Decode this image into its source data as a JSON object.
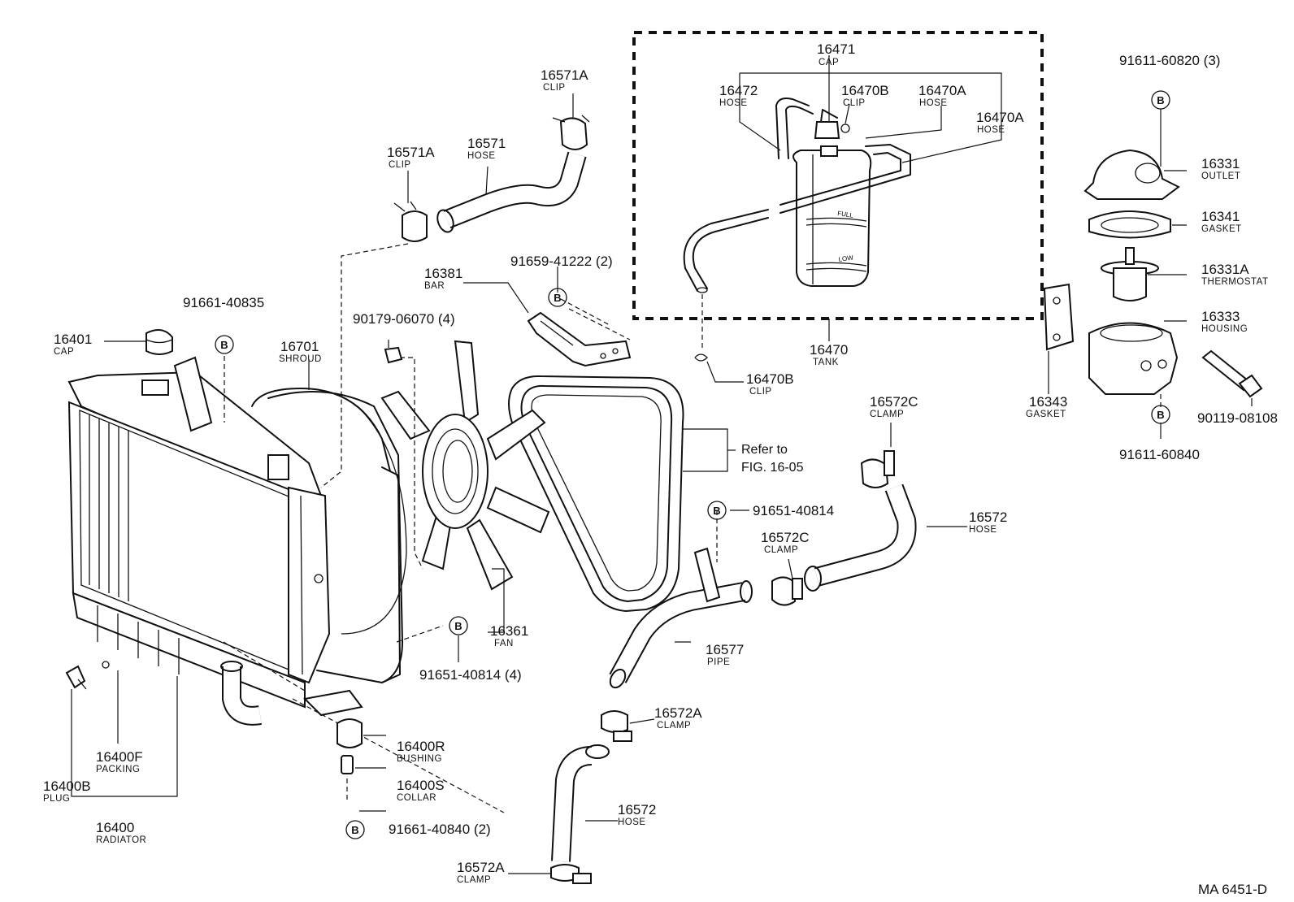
{
  "parts": {
    "cap_16471": {
      "number": "16471",
      "name": "CAP"
    },
    "hose_16472": {
      "number": "16472",
      "name": "HOSE"
    },
    "clip_16470b_top": {
      "number": "16470B",
      "name": "CLIP"
    },
    "hose_16470a_1": {
      "number": "16470A",
      "name": "HOSE"
    },
    "hose_16470a_2": {
      "number": "16470A",
      "name": "HOSE"
    },
    "tank_16470": {
      "number": "16470",
      "name": "TANK"
    },
    "clip_16470b_bottom": {
      "number": "16470B",
      "name": "CLIP"
    },
    "clip_16571a_top": {
      "number": "16571A",
      "name": "CLIP"
    },
    "clip_16571a_left": {
      "number": "16571A",
      "name": "CLIP"
    },
    "hose_16571": {
      "number": "16571",
      "name": "HOSE"
    },
    "bar_16381": {
      "number": "16381",
      "name": "BAR"
    },
    "cap_16401": {
      "number": "16401",
      "name": "CAP"
    },
    "shroud_16701": {
      "number": "16701",
      "name": "SHROUD"
    },
    "fan_16361": {
      "number": "16361",
      "name": "FAN"
    },
    "outlet_16331": {
      "number": "16331",
      "name": "OUTLET"
    },
    "gasket_16341": {
      "number": "16341",
      "name": "GASKET"
    },
    "thermostat_16331a": {
      "number": "16331A",
      "name": "THERMOSTAT"
    },
    "housing_16333": {
      "number": "16333",
      "name": "HOUSING"
    },
    "gasket_16343": {
      "number": "16343",
      "name": "GASKET"
    },
    "clamp_16572c_top": {
      "number": "16572C",
      "name": "CLAMP"
    },
    "hose_16572_right": {
      "number": "16572",
      "name": "HOSE"
    },
    "clamp_16572c_mid": {
      "number": "16572C",
      "name": "CLAMP"
    },
    "pipe_16577": {
      "number": "16577",
      "name": "PIPE"
    },
    "clamp_16572a_mid": {
      "number": "16572A",
      "name": "CLAMP"
    },
    "hose_16572_bottom": {
      "number": "16572",
      "name": "HOSE"
    },
    "clamp_16572a_bottom": {
      "number": "16572A",
      "name": "CLAMP"
    },
    "bushing_16400r": {
      "number": "16400R",
      "name": "BUSHING"
    },
    "collar_16400s": {
      "number": "16400S",
      "name": "COLLAR"
    },
    "packing_16400f": {
      "number": "16400F",
      "name": "PACKING"
    },
    "plug_16400b": {
      "number": "16400B",
      "name": "PLUG"
    },
    "radiator_16400": {
      "number": "16400",
      "name": "RADIATOR"
    }
  },
  "fasteners": {
    "b_91611_60820": "91611-60820 (3)",
    "b_91659_41222": "91659-41222 (2)",
    "b_91661_40835": "91661-40835",
    "b_90179_06070": "90179-06070 (4)",
    "b_91651_40814_a": "91651-40814",
    "b_91651_40814_b": "91651-40814 (4)",
    "b_91661_40840": "91661-40840 (2)",
    "b_90119_08108": "90119-08108",
    "b_91611_60840": "91611-60840"
  },
  "bolt_marker": "B",
  "reference": {
    "line1": "Refer to",
    "line2": "FIG. 16-05"
  },
  "tank_marks": {
    "full": "FULL",
    "low": "LOW"
  },
  "diagram_code": "MA  6451-D"
}
